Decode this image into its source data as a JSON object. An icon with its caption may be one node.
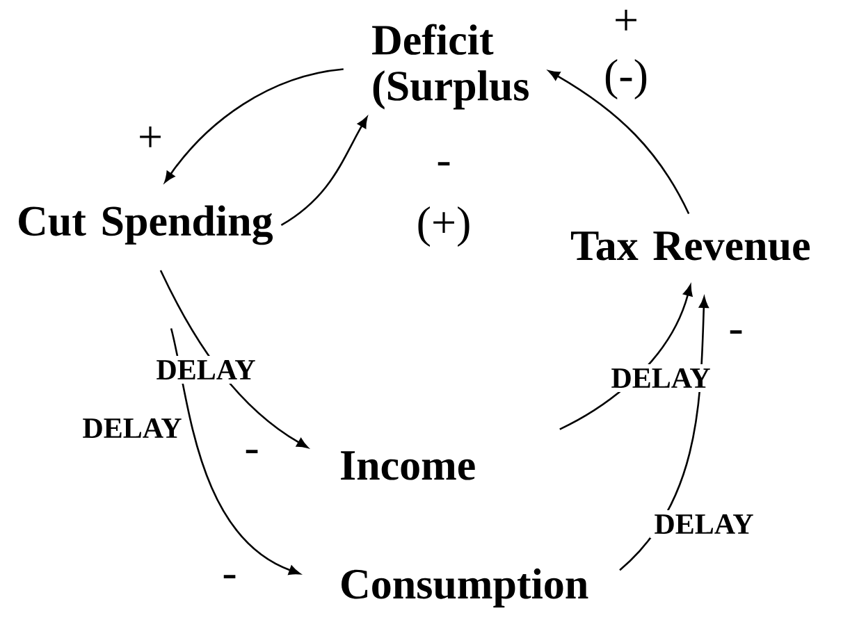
{
  "diagram": {
    "nodes": [
      {
        "text": [
          "Deficit (Surplus"
        ]
      },
      {
        "text": [
          "Cut Spending"
        ]
      },
      {
        "text": [
          "Tax Revenue"
        ]
      },
      {
        "text": [
          "Income"
        ]
      },
      {
        "text": [
          "Consumption"
        ]
      }
    ],
    "edges": [
      {
        "from": 0,
        "to": 1,
        "arrow": "to"
      },
      {
        "from": 1,
        "to": 0,
        "arrow": "to"
      },
      {
        "from": 2,
        "to": 0,
        "arrow": "to"
      },
      {
        "from": 1,
        "to": 3,
        "arrow": "to",
        "label": "DELAY"
      },
      {
        "from": 1,
        "to": 4,
        "arrow": "to",
        "label": "DELAY"
      },
      {
        "from": 3,
        "to": 2,
        "arrow": "to",
        "label": "DELAY"
      },
      {
        "from": 4,
        "to": 2,
        "arrow": "to",
        "label": "DELAY"
      }
    ],
    "labels": [
      "+",
      "+",
      "(-)",
      "-",
      "(+)",
      "-",
      "-",
      "-"
    ]
  }
}
